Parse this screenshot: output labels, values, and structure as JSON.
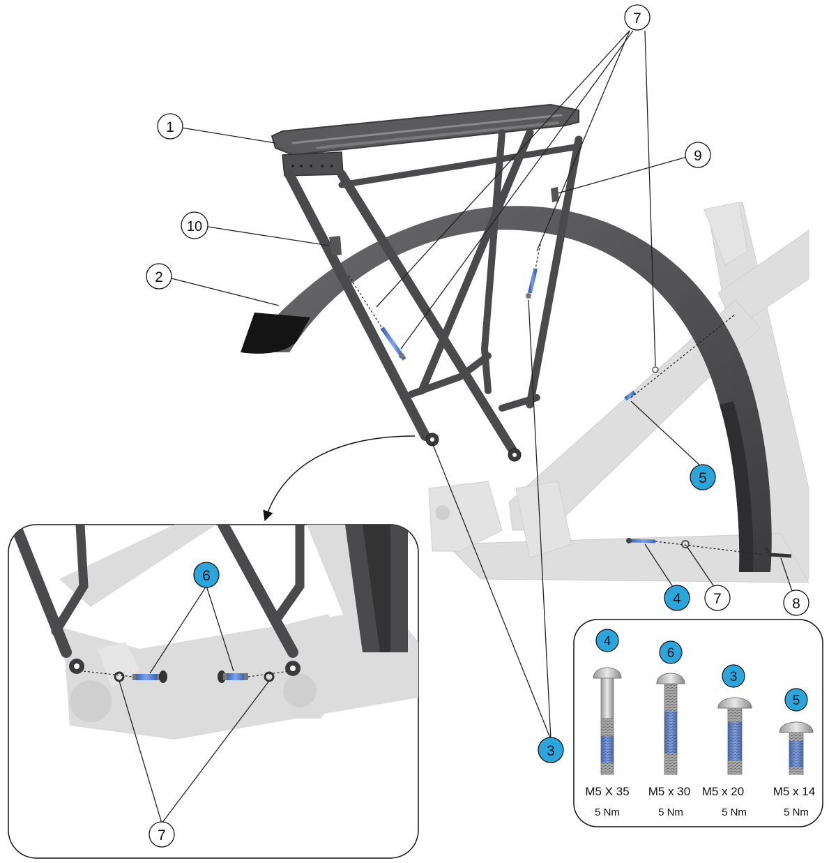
{
  "callouts": {
    "c1": "1",
    "c2": "2",
    "c3": "3",
    "c4": "4",
    "c5": "5",
    "c6": "6",
    "c7": "7",
    "c8": "8",
    "c9": "9",
    "c10": "10"
  },
  "legend": {
    "bolts": [
      {
        "callout": "4",
        "size": "M5 X 35",
        "torque": "5 Nm"
      },
      {
        "callout": "6",
        "size": "M5 x 30",
        "torque": "5 Nm"
      },
      {
        "callout": "3",
        "size": "M5 x 20",
        "torque": "5 Nm"
      },
      {
        "callout": "5",
        "size": "M5 x 14",
        "torque": "5 Nm"
      }
    ]
  },
  "colors": {
    "highlight_callout": "#2aa6dd",
    "rack_dark": "#4a4a4c",
    "frame_light": "#dcdcdc",
    "thread_blue": "#4f7fd6"
  }
}
